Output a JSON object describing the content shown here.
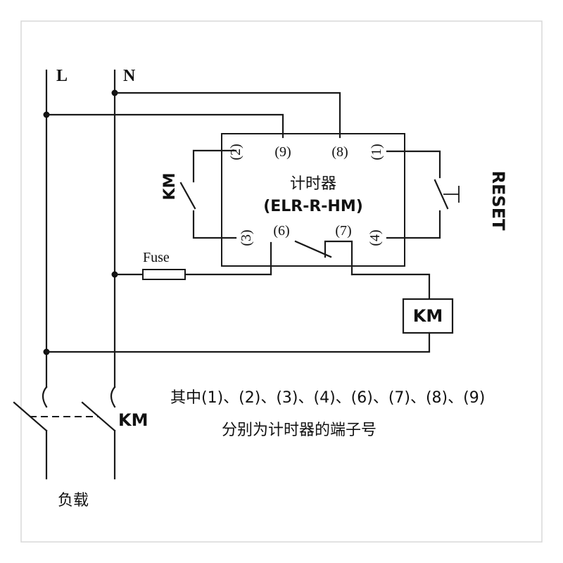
{
  "labels": {
    "line_L": "L",
    "line_N": "N",
    "timer_title": "计时器",
    "timer_model": "(ELR-R-HM)",
    "fuse": "Fuse",
    "km_contact": "KM",
    "km_coil": "KM",
    "km_main": "KM",
    "reset": "RESET",
    "load": "负载"
  },
  "terminals": {
    "t1": "(1)",
    "t2": "(2)",
    "t3": "(3)",
    "t4": "(4)",
    "t6": "(6)",
    "t7": "(7)",
    "t8": "(8)",
    "t9": "(9)"
  },
  "note": {
    "line1": "其中(1)、(2)、(3)、(4)、(6)、(7)、(8)、(9)",
    "line2": "分别为计时器的端子号"
  }
}
